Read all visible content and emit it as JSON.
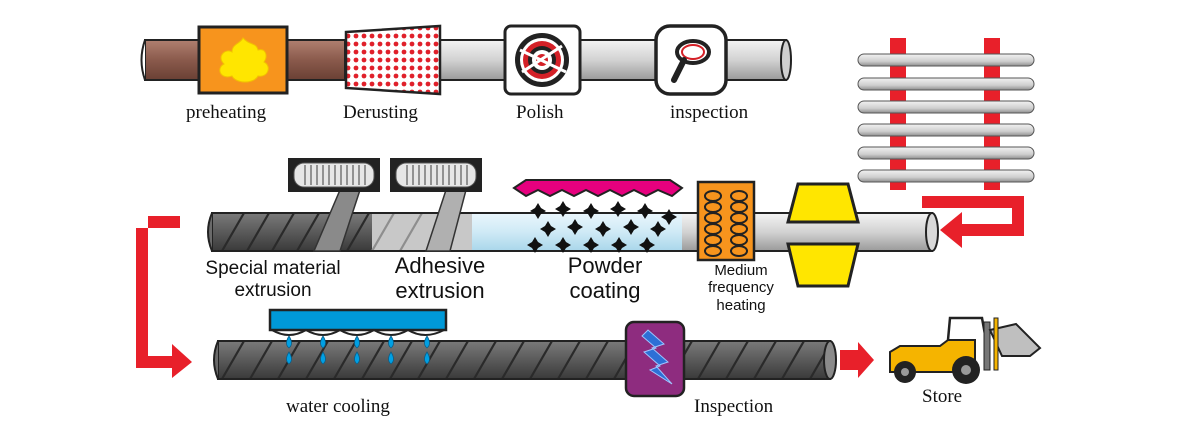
{
  "labels": {
    "preheating": "preheating",
    "derusting": "Derusting",
    "polish": "Polish",
    "inspection_top": "inspection",
    "special_material": [
      "Special material",
      "extrusion"
    ],
    "adhesive": [
      "Adhesive",
      "extrusion"
    ],
    "powder": [
      "Powder",
      "coating"
    ],
    "medium_frequency": [
      "Medium",
      "frequency",
      "heating"
    ],
    "water_cooling": "water cooling",
    "inspection_bottom": "Inspection",
    "store": "Store"
  },
  "colors": {
    "flow_arrow": "#e8202a",
    "preheat_fill": "#f7941d",
    "flame": "#ffe600",
    "derust_fill": "#e0202a",
    "polish_spiral": "#d42027",
    "powder_hood": "#e6007e",
    "heater_coil": "#f7941d",
    "clamp": "#ffe600",
    "cooling_hood": "#0099d8",
    "water_drop": "#00a0e4",
    "inspect_ring": "#8e2c7f",
    "lightning": "#2d6fd6",
    "loader": "#f5b400",
    "rack_post": "#e8202a"
  },
  "icons": [
    "flame-icon",
    "mesh-icon",
    "spiral-icon",
    "magnifier-icon",
    "coil-icon",
    "lightning-icon",
    "loader-vehicle-icon"
  ]
}
